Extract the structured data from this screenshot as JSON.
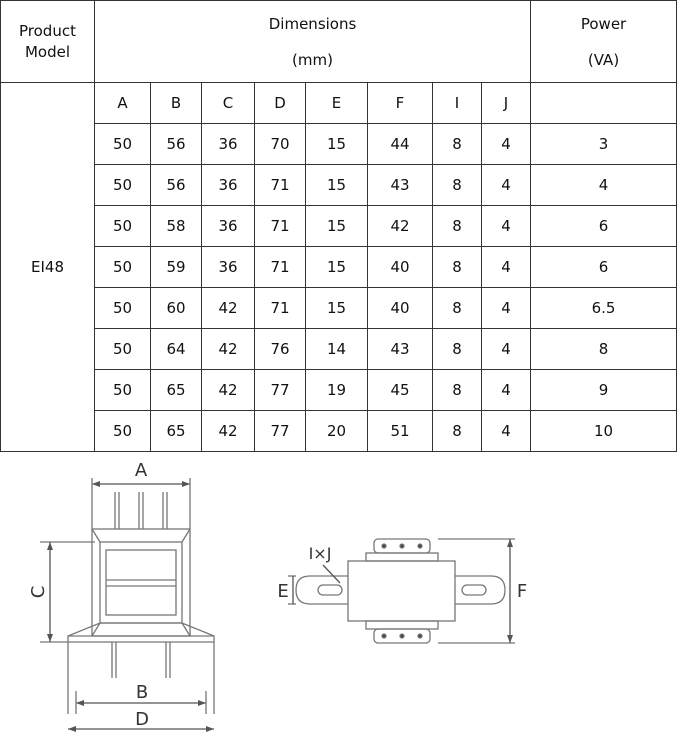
{
  "table": {
    "header": {
      "product_model": [
        "Product",
        "Model"
      ],
      "dimensions": [
        "Dimensions",
        "(mm)"
      ],
      "power": [
        "Power",
        "(VA)"
      ]
    },
    "columns": [
      "A",
      "B",
      "C",
      "D",
      "E",
      "F",
      "I",
      "J"
    ],
    "model": "EI48",
    "rows": [
      {
        "A": "50",
        "B": "56",
        "C": "36",
        "D": "70",
        "E": "15",
        "F": "44",
        "I": "8",
        "J": "4",
        "power": "3"
      },
      {
        "A": "50",
        "B": "56",
        "C": "36",
        "D": "71",
        "E": "15",
        "F": "43",
        "I": "8",
        "J": "4",
        "power": "4"
      },
      {
        "A": "50",
        "B": "58",
        "C": "36",
        "D": "71",
        "E": "15",
        "F": "42",
        "I": "8",
        "J": "4",
        "power": "6"
      },
      {
        "A": "50",
        "B": "59",
        "C": "36",
        "D": "71",
        "E": "15",
        "F": "40",
        "I": "8",
        "J": "4",
        "power": "6"
      },
      {
        "A": "50",
        "B": "60",
        "C": "42",
        "D": "71",
        "E": "15",
        "F": "40",
        "I": "8",
        "J": "4",
        "power": "6.5"
      },
      {
        "A": "50",
        "B": "64",
        "C": "42",
        "D": "76",
        "E": "14",
        "F": "43",
        "I": "8",
        "J": "4",
        "power": "8"
      },
      {
        "A": "50",
        "B": "65",
        "C": "42",
        "D": "77",
        "E": "19",
        "F": "45",
        "I": "8",
        "J": "4",
        "power": "9"
      },
      {
        "A": "50",
        "B": "65",
        "C": "42",
        "D": "77",
        "E": "20",
        "F": "51",
        "I": "8",
        "J": "4",
        "power": "10"
      }
    ]
  },
  "drawing": {
    "labels": {
      "A": "A",
      "B": "B",
      "C": "C",
      "D": "D",
      "E": "E",
      "F": "F",
      "IJ": "I×J"
    }
  }
}
